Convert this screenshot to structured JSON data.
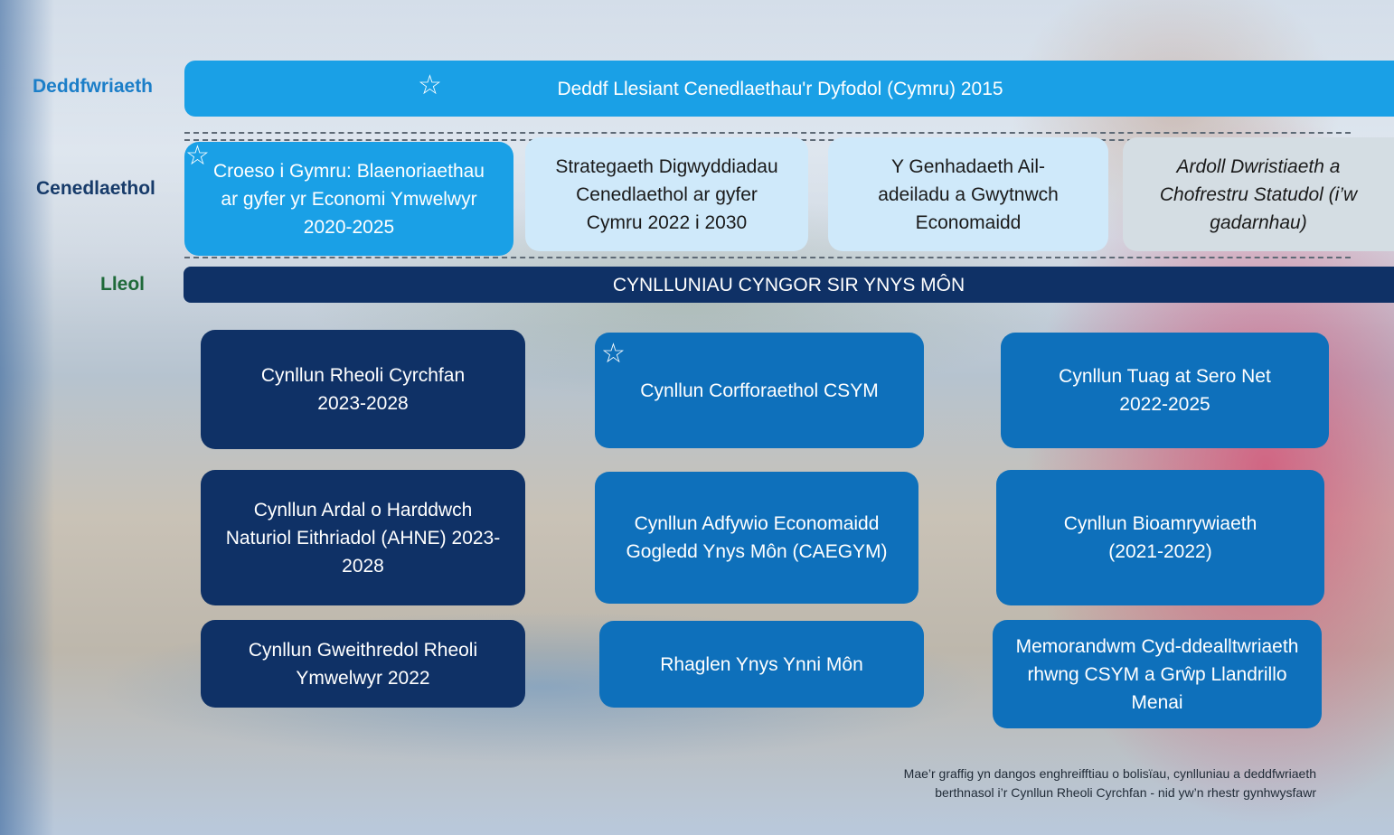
{
  "tiers": {
    "legislation": "Deddfwriaeth",
    "national": "Cenedlaethol",
    "local": "Lleol"
  },
  "legislation_bar": "Deddf Llesiant Cenedlaethau'r Dyfodol (Cymru) 2015",
  "national_boxes": [
    "Croeso i Gymru: Blaenoriaethau ar gyfer yr Economi Ymwelwyr 2020-2025",
    "Strategaeth Digwyddiadau Cenedlaethol ar gyfer Cymru 2022 i 2030",
    "Y Genhadaeth Ail-adeiladu a Gwytnwch Economaidd",
    "Ardoll Dwristiaeth a Chofrestru Statudol (i’w gadarnhau)"
  ],
  "local_bar": "CYNLLUNIAU CYNGOR SIR YNYS MÔN",
  "local_plans": [
    "Cynllun Rheoli Cyrchfan 2023-2028",
    "Cynllun Corfforaethol CSYM",
    "Cynllun Tuag at Sero Net 2022-2025",
    "Cynllun Ardal o Harddwch Naturiol Eithriadol (AHNE) 2023- 2028",
    "Cynllun Adfywio Economaidd Gogledd Ynys Môn (CAEGYM)",
    "Cynllun Bioamrywiaeth (2021-2022)",
    "Cynllun Gweithredol Rheoli Ymwelwyr 2022",
    "Rhaglen Ynys Ynni Môn",
    "Memorandwm Cyd-ddealltwriaeth rhwng CSYM a Grŵp Llandrillo Menai"
  ],
  "footnote": {
    "line1": "Mae’r graffig yn dangos enghreifftiau o bolisïau, cynlluniau a deddfwriaeth",
    "line2": "berthnasol i’r Cynllun Rheoli Cyrchfan - nid yw’n rhestr gynhwysfawr"
  },
  "colors": {
    "legislation_blue": "#1aa0e6",
    "light_blue": "#cfe9fa",
    "grey": "#d4dde3",
    "navy": "#0f3166",
    "mid_blue": "#0e70bb",
    "label_blue": "#1b7ec8",
    "label_navy": "#173b6a",
    "label_green": "#1f6a3a"
  },
  "icons": {
    "star": "star-outline-icon"
  }
}
